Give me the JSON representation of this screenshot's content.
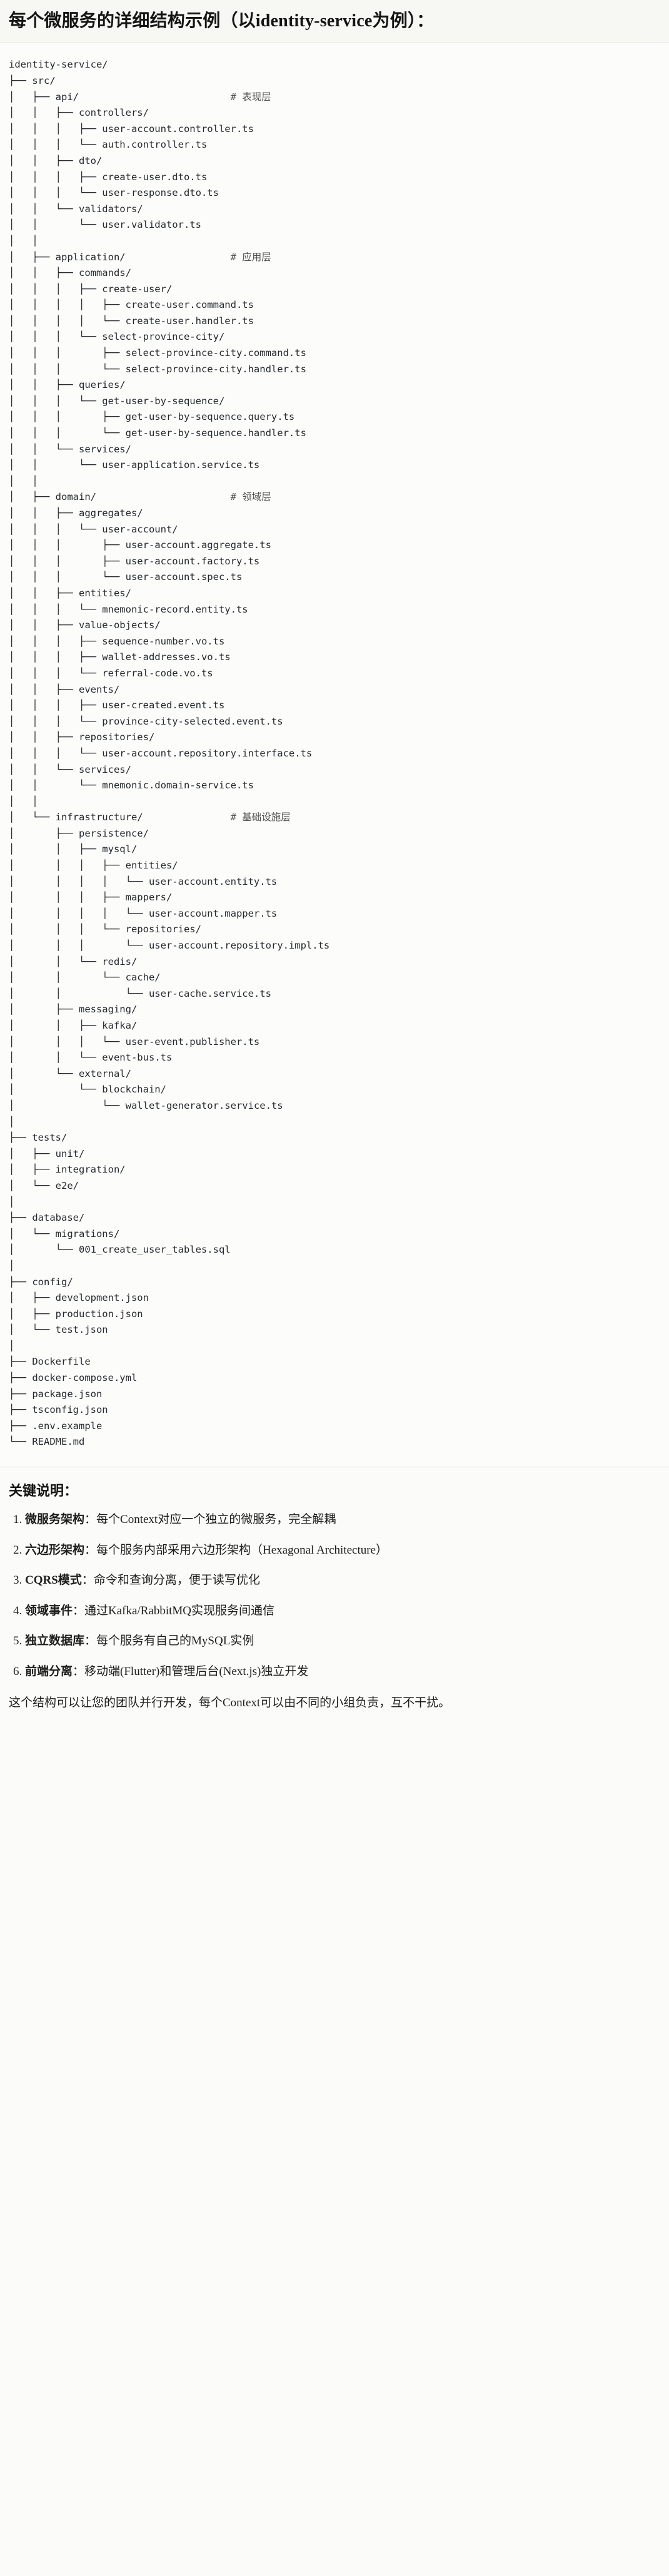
{
  "header": {
    "title": "每个微服务的详细结构示例（以identity-service为例）："
  },
  "tree": {
    "root": "identity-service/",
    "text": "identity-service/\n├── src/\n│   ├── api/                          # 表现层\n│   │   ├── controllers/\n│   │   │   ├── user-account.controller.ts\n│   │   │   └── auth.controller.ts\n│   │   ├── dto/\n│   │   │   ├── create-user.dto.ts\n│   │   │   └── user-response.dto.ts\n│   │   └── validators/\n│   │       └── user.validator.ts\n│   │\n│   ├── application/                  # 应用层\n│   │   ├── commands/\n│   │   │   ├── create-user/\n│   │   │   │   ├── create-user.command.ts\n│   │   │   │   └── create-user.handler.ts\n│   │   │   └── select-province-city/\n│   │   │       ├── select-province-city.command.ts\n│   │   │       └── select-province-city.handler.ts\n│   │   ├── queries/\n│   │   │   └── get-user-by-sequence/\n│   │   │       ├── get-user-by-sequence.query.ts\n│   │   │       └── get-user-by-sequence.handler.ts\n│   │   └── services/\n│   │       └── user-application.service.ts\n│   │\n│   ├── domain/                       # 领域层\n│   │   ├── aggregates/\n│   │   │   └── user-account/\n│   │   │       ├── user-account.aggregate.ts\n│   │   │       ├── user-account.factory.ts\n│   │   │       └── user-account.spec.ts\n│   │   ├── entities/\n│   │   │   └── mnemonic-record.entity.ts\n│   │   ├── value-objects/\n│   │   │   ├── sequence-number.vo.ts\n│   │   │   ├── wallet-addresses.vo.ts\n│   │   │   └── referral-code.vo.ts\n│   │   ├── events/\n│   │   │   ├── user-created.event.ts\n│   │   │   └── province-city-selected.event.ts\n│   │   ├── repositories/\n│   │   │   └── user-account.repository.interface.ts\n│   │   └── services/\n│   │       └── mnemonic.domain-service.ts\n│   │\n│   └── infrastructure/               # 基础设施层\n│       ├── persistence/\n│       │   ├── mysql/\n│       │   │   ├── entities/\n│       │   │   │   └── user-account.entity.ts\n│       │   │   ├── mappers/\n│       │   │   │   └── user-account.mapper.ts\n│       │   │   └── repositories/\n│       │   │       └── user-account.repository.impl.ts\n│       │   └── redis/\n│       │       └── cache/\n│       │           └── user-cache.service.ts\n│       ├── messaging/\n│       │   ├── kafka/\n│       │   │   └── user-event.publisher.ts\n│       │   └── event-bus.ts\n│       └── external/\n│           └── blockchain/\n│               └── wallet-generator.service.ts\n│\n├── tests/\n│   ├── unit/\n│   ├── integration/\n│   └── e2e/\n│\n├── database/\n│   └── migrations/\n│       └── 001_create_user_tables.sql\n│\n├── config/\n│   ├── development.json\n│   ├── production.json\n│   └── test.json\n│\n├── Dockerfile\n├── docker-compose.yml\n├── package.json\n├── tsconfig.json\n├── .env.example\n└── README.md",
    "layer_comments": [
      "# 表现层",
      "# 应用层",
      "# 领域层",
      "# 基础设施层"
    ]
  },
  "notes": {
    "title": "关键说明：",
    "separator": "：",
    "items": [
      {
        "term": "微服务架构",
        "desc": "每个Context对应一个独立的微服务，完全解耦"
      },
      {
        "term": "六边形架构",
        "desc": "每个服务内部采用六边形架构（Hexagonal Architecture）"
      },
      {
        "term": "CQRS模式",
        "desc": "命令和查询分离，便于读写优化"
      },
      {
        "term": "领域事件",
        "desc": "通过Kafka/RabbitMQ实现服务间通信"
      },
      {
        "term": "独立数据库",
        "desc": "每个服务有自己的MySQL实例"
      },
      {
        "term": "前端分离",
        "desc": "移动端(Flutter)和管理后台(Next.js)独立开发"
      }
    ],
    "closing": "这个结构可以让您的团队并行开发，每个Context可以由不同的小组负责，互不干扰。"
  }
}
